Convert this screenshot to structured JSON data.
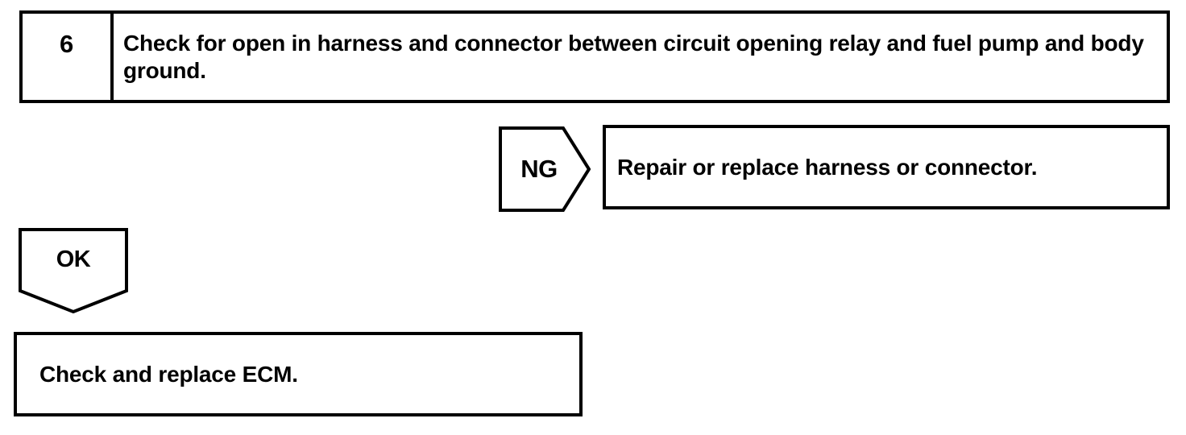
{
  "page": {
    "background_color": "#ffffff",
    "line_color": "#000000"
  },
  "flowchart": {
    "step": {
      "number": "6",
      "instruction": "Check for open in harness and connector between circuit opening relay and fuel pump and body ground."
    },
    "ng_branch": {
      "label": "NG",
      "action": "Repair or replace harness or connector."
    },
    "ok_branch": {
      "label": "OK",
      "action": "Check and replace ECM."
    }
  }
}
